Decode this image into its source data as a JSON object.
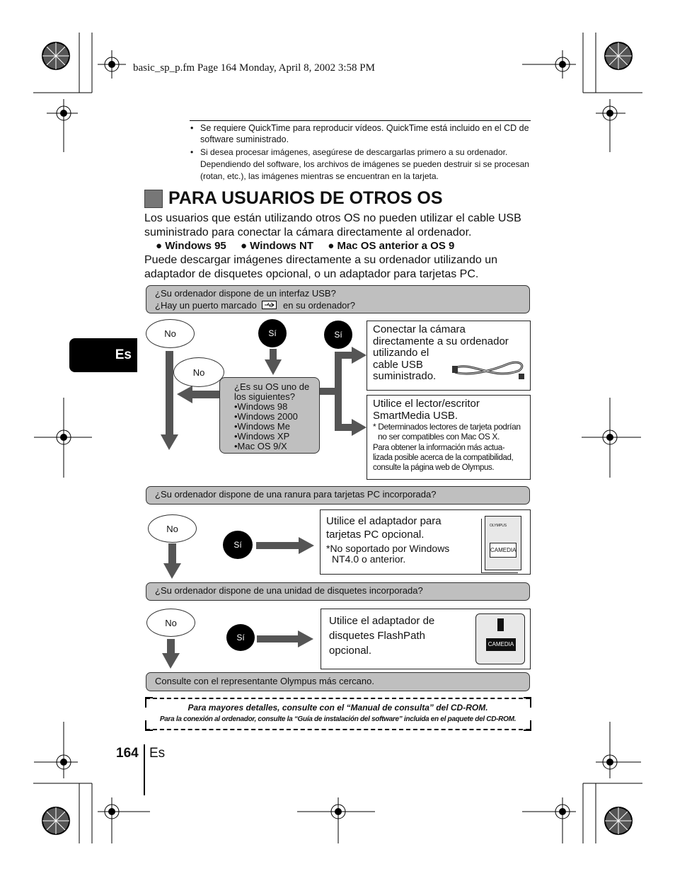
{
  "header": {
    "file_line": "basic_sp_p.fm  Page 164  Monday, April 8, 2002  3:58 PM"
  },
  "notes": [
    {
      "bullet": "•",
      "text": "Se requiere QuickTime para reproducir vídeos. QuickTime está incluido en el CD de software suministrado."
    },
    {
      "bullet": "•",
      "text": "Si desea procesar imágenes, asegúrese de descargarlas primero a su ordenador. Dependiendo del software, los archivos de imágenes se pueden destruir si se procesan (rotan, etc.), las imágenes mientras se encuentran en la tarjeta."
    }
  ],
  "section": {
    "title": "PARA USUARIOS DE OTROS OS",
    "intro": "Los usuarios que están utilizando otros OS no pueden utilizar el cable USB suministrado para conectar la cámara directamente al ordenador.",
    "os_items": [
      "● Windows 95",
      "● Windows NT",
      "● Mac OS anterior a OS 9"
    ],
    "para2": "Puede descargar imágenes directamente a su ordenador utilizando un adaptador de disquetes opcional, o un adaptador para tarjetas PC."
  },
  "side_tab": "Es",
  "flow": {
    "q1_line1": "¿Su ordenador dispone de un interfaz USB?",
    "q1_line2a": "¿Hay un puerto marcado",
    "q1_line2b": "en su ordenador?",
    "no": "No",
    "si": "Sí",
    "os_q": [
      "¿Es su OS uno de",
      "los siguientes?",
      "•Windows 98",
      "•Windows 2000",
      "•Windows Me",
      "•Windows XP",
      "•Mac OS 9/X"
    ],
    "usb_box": [
      "Conectar la cámara",
      "directamente a su ordenador",
      "utilizando el",
      "cable USB",
      "suministrado."
    ],
    "reader_box": {
      "title": [
        "Utilice el lector/escritor",
        "SmartMedia USB."
      ],
      "note": [
        "* Determinados lectores de tarjeta podrían",
        "no ser compatibles con Mac OS X."
      ],
      "info": [
        "Para obtener la información más actua-",
        "lizada posible acerca de la compatibilidad,",
        "consulte la página web de Olympus."
      ]
    },
    "q2": "¿Su ordenador dispone de una ranura para tarjetas PC incorporada?",
    "pc_box": {
      "lines": [
        "Utilice el adaptador para",
        "tarjetas PC opcional."
      ],
      "note": [
        "*No soportado por Windows",
        "NT4.0 o anterior."
      ]
    },
    "q3": "¿Su ordenador dispone de una unidad de disquetes incorporada?",
    "fd_box": [
      "Utilice el adaptador de",
      "disquetes FlashPath",
      "opcional."
    ],
    "q4": "Consulte con el representante Olympus más cercano.",
    "brand": "CAMEDIA",
    "brand_small": "OLYMPUS"
  },
  "footer_note": {
    "line1": "Para mayores detalles, consulte con el “Manual de consulta” del CD-ROM.",
    "line2": "Para la conexión al ordenador, consulte la “Guía de instalación del software” incluida en el paquete del CD-ROM."
  },
  "page": {
    "number": "164",
    "lang": "Es"
  }
}
